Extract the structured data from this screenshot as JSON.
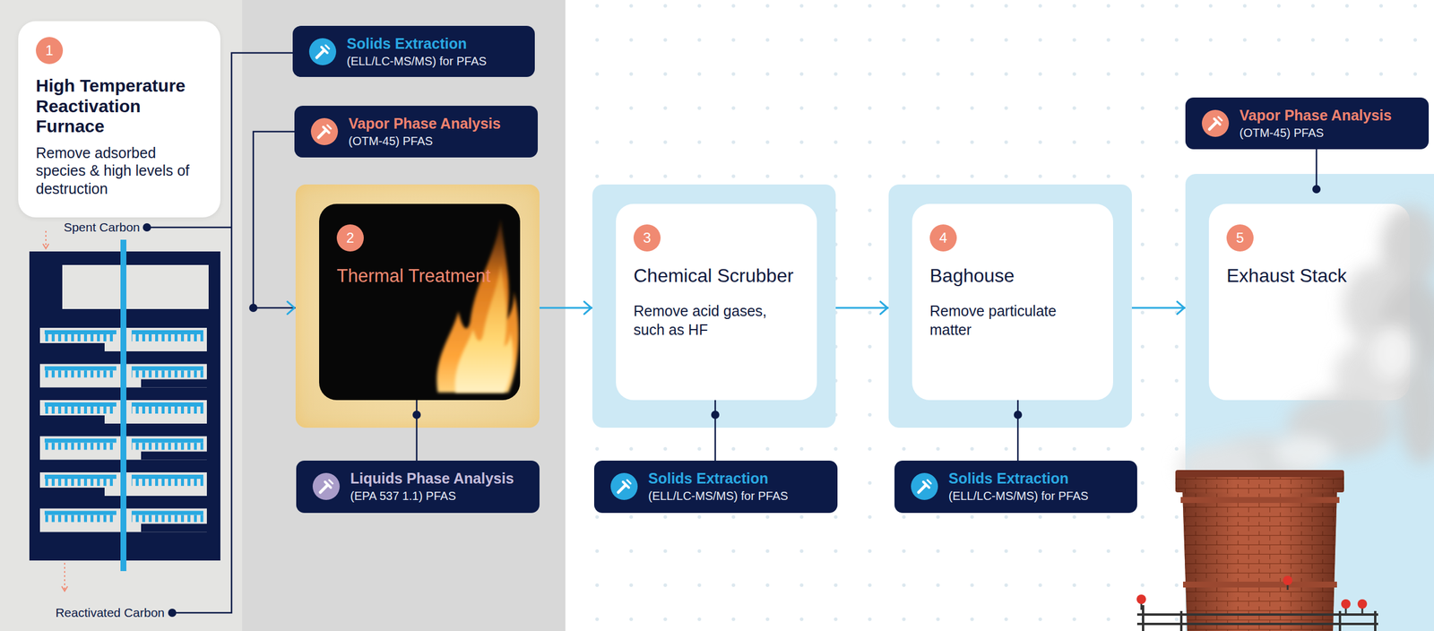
{
  "diagram": {
    "nodes": [
      {
        "text": [
          "1",
          "High Temperature Reactivation Furnace",
          "Remove adsorbed species & high levels of destruction"
        ]
      },
      {
        "text": [
          "Solids Extraction",
          "(ELL/LC-MS/MS) for PFAS"
        ]
      },
      {
        "text": [
          "Vapor Phase Analysis",
          "(OTM-45) PFAS"
        ]
      },
      {
        "text": [
          "2",
          "Thermal Treatment"
        ]
      },
      {
        "text": [
          "Liquids Phase Analysis",
          "(EPA 537 1.1) PFAS"
        ]
      },
      {
        "text": [
          "3",
          "Chemical Scrubber",
          "Remove acid gases, such as HF"
        ]
      },
      {
        "text": [
          "Solids Extraction",
          "(ELL/LC-MS/MS) for PFAS"
        ]
      },
      {
        "text": [
          "4",
          "Baghouse",
          "Remove particulate matter"
        ]
      },
      {
        "text": [
          "Solids Extraction",
          "(ELL/LC-MS/MS) for PFAS"
        ]
      },
      {
        "text": [
          "Vapor Phase Analysis",
          "(OTM-45) PFAS"
        ]
      },
      {
        "text": [
          "5",
          "Exhaust Stack"
        ]
      }
    ],
    "edges": [
      {
        "from": 2,
        "to": 3,
        "arrow": "to"
      },
      {
        "from": 3,
        "to": 5,
        "arrow": "to"
      },
      {
        "from": 5,
        "to": 7,
        "arrow": "to"
      },
      {
        "from": 7,
        "to": 10,
        "arrow": "to"
      },
      {
        "from": 3,
        "to": 4,
        "arrow": "none"
      },
      {
        "from": 5,
        "to": 6,
        "arrow": "none"
      },
      {
        "from": 7,
        "to": 8,
        "arrow": "none"
      },
      {
        "from": 9,
        "to": 10,
        "arrow": "none"
      }
    ],
    "labels": [
      "Spent Carbon",
      "Reactivated Carbon"
    ]
  }
}
